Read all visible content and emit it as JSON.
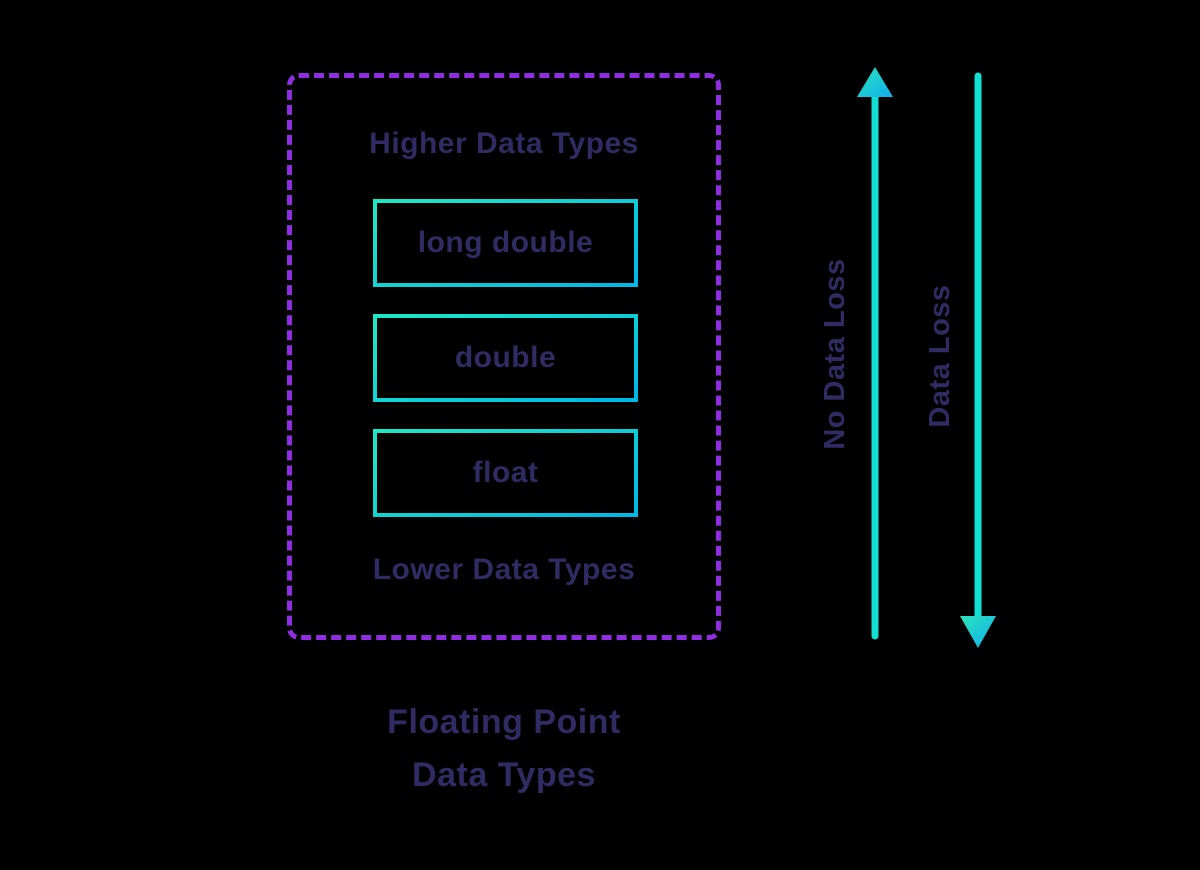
{
  "diagram": {
    "container": {
      "top_label": "Higher Data Types",
      "bottom_label": "Lower Data Types",
      "types": [
        {
          "label": "long double"
        },
        {
          "label": "double"
        },
        {
          "label": "float"
        }
      ]
    },
    "caption": {
      "line1": "Floating Point",
      "line2": "Data Types"
    },
    "arrows": [
      {
        "direction": "up",
        "label": "No Data Loss"
      },
      {
        "direction": "down",
        "label": "Data Loss"
      }
    ],
    "colors": {
      "background": "#000000",
      "dashed_border": "#8e2de2",
      "type_box_border_start": "#1de9c4",
      "type_box_border_end": "#00b8e6",
      "arrow_shaft": "#12dfd2",
      "arrowhead_start": "#2be3b9",
      "arrowhead_end": "#0fb0f0",
      "text": "#302b63"
    }
  }
}
